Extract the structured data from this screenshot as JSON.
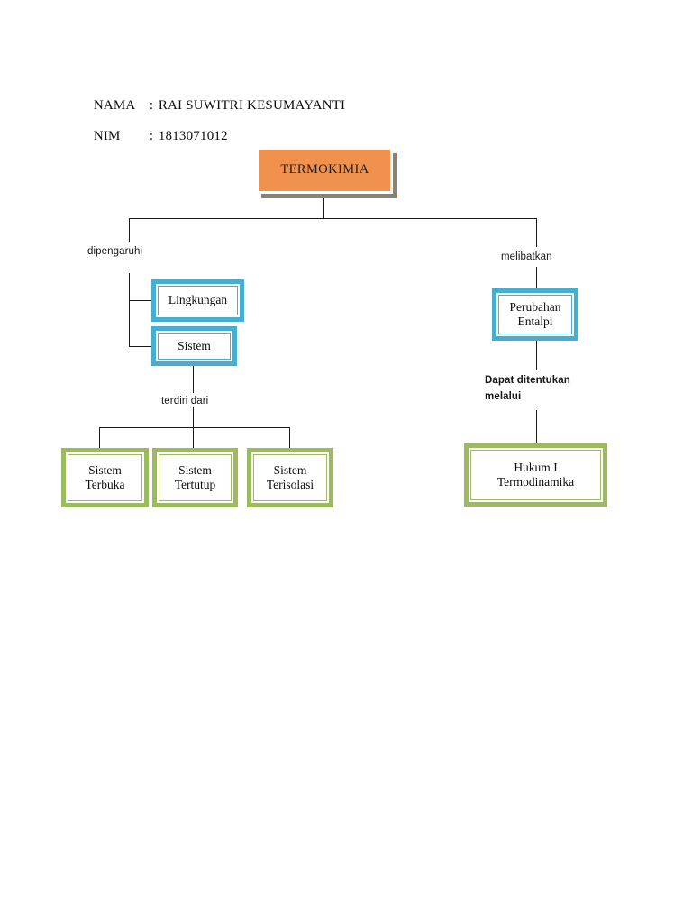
{
  "document": {
    "title": "TERMOKIMIA concept map",
    "header": {
      "name_label": "NAMA",
      "name_separator": ":",
      "name_value": "RAI SUWITRI KESUMAYANTI",
      "nim_label": "NIM",
      "nim_separator": ":",
      "nim_value": "1813071012"
    }
  },
  "colors": {
    "root_fill": "#F0924D",
    "blue_border": "#46AFD0",
    "green_border": "#9CBB5C",
    "line": "#1A1A1A",
    "text": "#0D0D0D",
    "page_background": "#FFFFFF",
    "root_shadow": "#8A8278"
  },
  "diagram": {
    "type": "flowchart",
    "root": {
      "label": "TERMOKIMIA"
    },
    "edge_labels": {
      "left_branch": "dipengaruhi",
      "right_branch": "melibatkan",
      "system_children": "terdiri dari",
      "enthalpy_child": "Dapat ditentukan\nmelalui"
    },
    "nodes": {
      "lingkungan": {
        "label": "Lingkungan"
      },
      "sistem": {
        "label": "Sistem"
      },
      "perubahan_entalpi": {
        "label": "Perubahan\nEntalpi"
      },
      "sistem_terbuka": {
        "label": "Sistem\nTerbuka"
      },
      "sistem_tertutup": {
        "label": "Sistem\nTertutup"
      },
      "sistem_terisolasi": {
        "label": "Sistem\nTerisolasi"
      },
      "hukum_termodinamika": {
        "label": "Hukum I\nTermodinamika"
      }
    }
  }
}
